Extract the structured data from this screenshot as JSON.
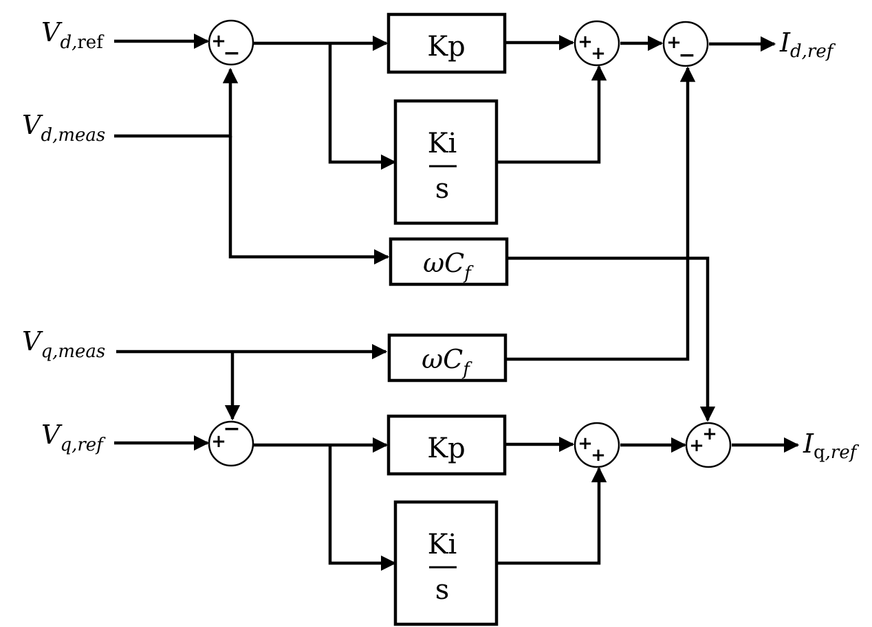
{
  "inputs": {
    "vd_ref": {
      "main": "V",
      "sub_italic": "d,",
      "sub_upright": "ref"
    },
    "vd_meas": {
      "main": "V",
      "sub_italic": "d,meas",
      "sub_upright": ""
    },
    "vq_meas": {
      "main": "V",
      "sub_italic": "q,meas",
      "sub_upright": ""
    },
    "vq_ref": {
      "main": "V",
      "sub_italic": "q,ref",
      "sub_upright": ""
    }
  },
  "outputs": {
    "id_ref": {
      "main": "I",
      "sub_italic": "d,ref",
      "sub_upright": ""
    },
    "iq_ref": {
      "main": "I",
      "sub_upright": "q",
      "sub_italic": ",ref"
    }
  },
  "blocks": {
    "kp": "Kp",
    "ki_num": "Ki",
    "ki_den": "s",
    "wcf_main": "ωC",
    "wcf_sub": "f"
  },
  "sums": {
    "d_error": {
      "a": "+",
      "b": "−"
    },
    "d_pi": {
      "a": "+",
      "b": "+"
    },
    "d_out": {
      "a": "+",
      "b": "−"
    },
    "q_error": {
      "a": "+",
      "b": "−"
    },
    "q_pi": {
      "a": "+",
      "b": "+"
    },
    "q_out": {
      "a": "+",
      "b": "+"
    }
  }
}
